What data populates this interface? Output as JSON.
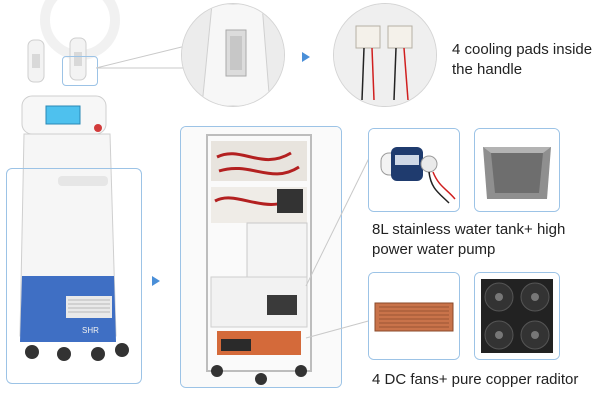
{
  "captions": {
    "cooling_pads": [
      "4 cooling pads inside",
      "the handle"
    ],
    "water_tank": [
      "8L stainless water tank+ high",
      "power water pump"
    ],
    "fans": "4 DC fans+ pure copper raditor"
  },
  "device": {
    "brand_label": "SHR"
  },
  "colors": {
    "accent_blue": "#4a8fd8",
    "frame_blue": "#9cc3e6",
    "device_base_blue": "#3f6fc4",
    "copper": "#c9734a"
  }
}
